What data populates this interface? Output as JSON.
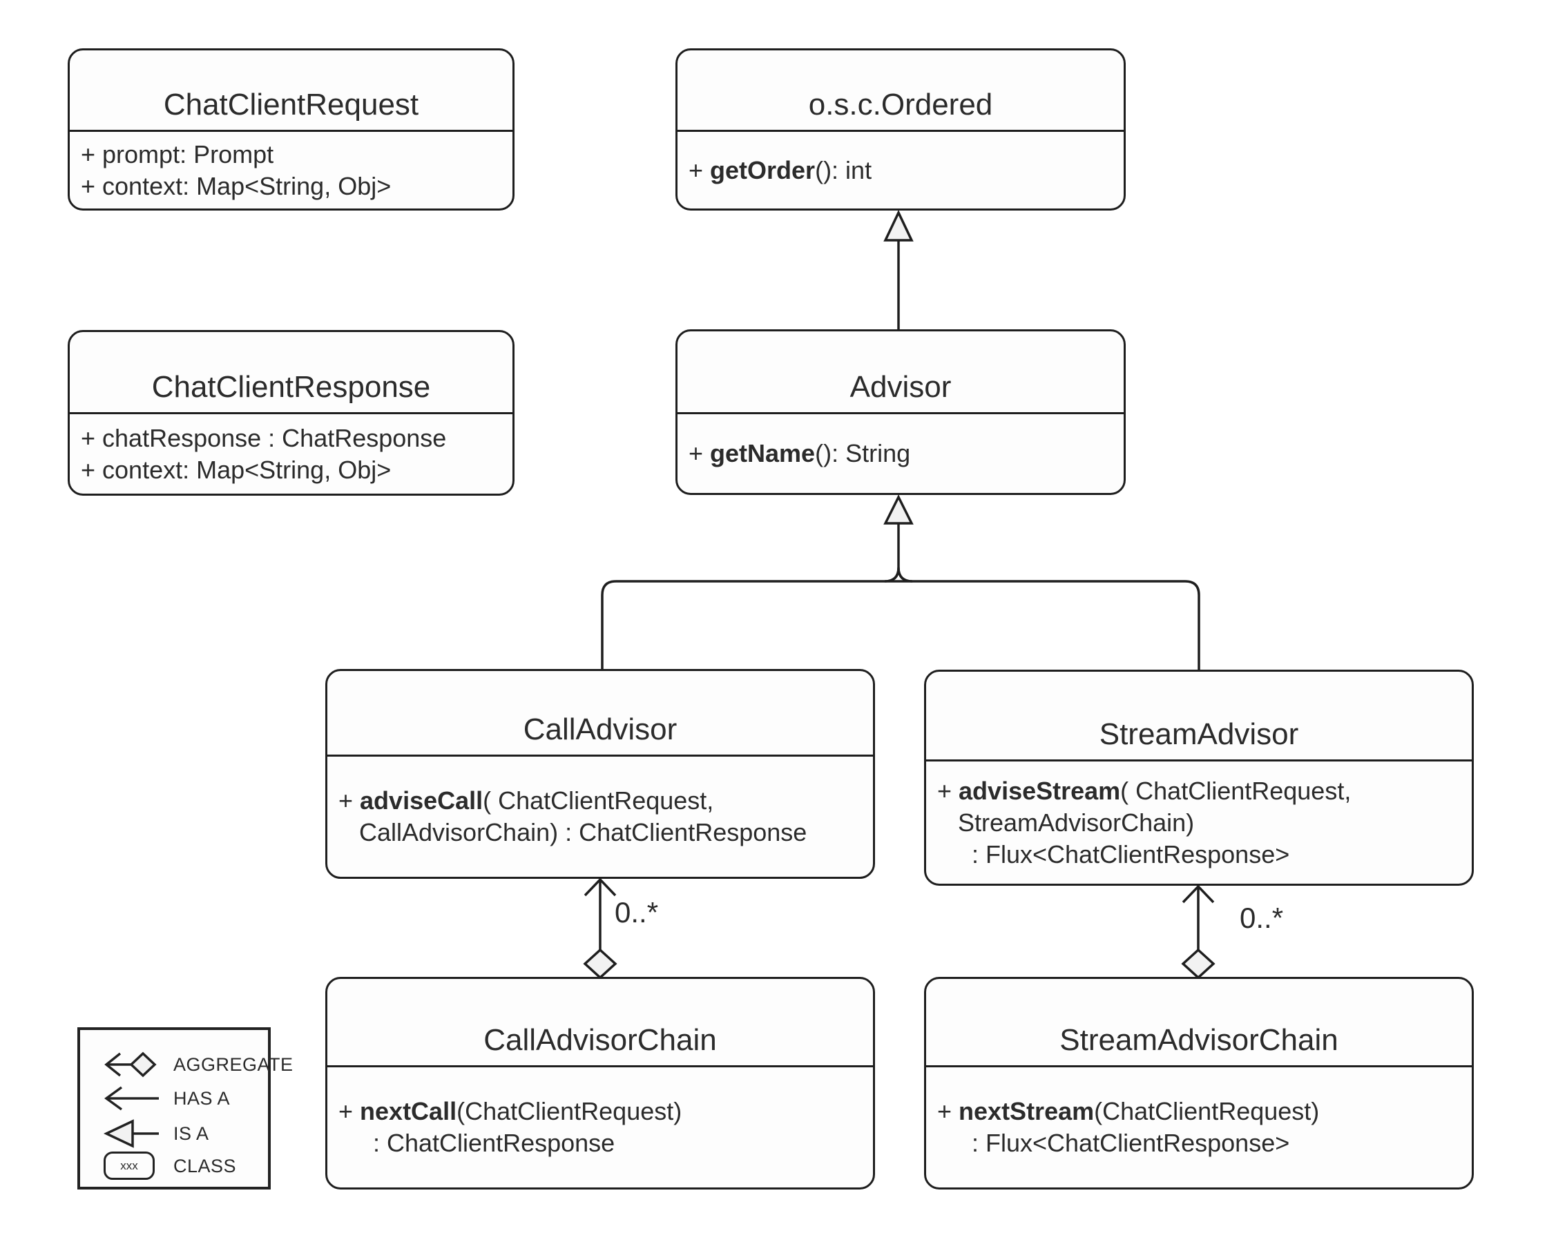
{
  "classes": {
    "chatClientRequest": {
      "title": "ChatClientRequest",
      "lines": [
        {
          "pre": "+ prompt: Prompt"
        },
        {
          "pre": "+ context: Map<String, Obj>"
        }
      ]
    },
    "ordered": {
      "title": "o.s.c.Ordered",
      "lines": [
        {
          "pre": "+ ",
          "bold": "getOrder",
          "post": "(): int"
        }
      ]
    },
    "chatClientResponse": {
      "title": "ChatClientResponse",
      "lines": [
        {
          "pre": "+ chatResponse : ChatResponse"
        },
        {
          "pre": "+ context: Map<String, Obj>"
        }
      ]
    },
    "advisor": {
      "title": "Advisor",
      "lines": [
        {
          "pre": "+ ",
          "bold": "getName",
          "post": "(): String"
        }
      ]
    },
    "callAdvisor": {
      "title": "CallAdvisor",
      "lines": [
        {
          "pre": "+ ",
          "bold": "adviseCall",
          "post": "( ChatClientRequest,"
        },
        {
          "pre": "CallAdvisorChain) : ChatClientResponse"
        }
      ]
    },
    "streamAdvisor": {
      "title": "StreamAdvisor",
      "lines": [
        {
          "pre": "+ ",
          "bold": "adviseStream",
          "post": "( ChatClientRequest,"
        },
        {
          "pre": "StreamAdvisorChain)"
        },
        {
          "pre": ": Flux<ChatClientResponse>"
        }
      ]
    },
    "callAdvisorChain": {
      "title": "CallAdvisorChain",
      "lines": [
        {
          "pre": "+ ",
          "bold": "nextCall",
          "post": "(ChatClientRequest)"
        },
        {
          "pre": ": ChatClientResponse"
        }
      ]
    },
    "streamAdvisorChain": {
      "title": "StreamAdvisorChain",
      "lines": [
        {
          "pre": "+ ",
          "bold": "nextStream",
          "post": "(ChatClientRequest)"
        },
        {
          "pre": ": Flux<ChatClientResponse>"
        }
      ]
    }
  },
  "relations": {
    "callAggregationMultiplicity": "0..*",
    "streamAggregationMultiplicity": "0..*"
  },
  "legend": {
    "aggregate_label": "AGGREGATE",
    "has_a_label": "HAS A",
    "is_a_label": "IS A",
    "class_label": "CLASS",
    "class_sample_text": "xxx"
  },
  "colors": {
    "line": "#1e1e1e",
    "arrow_fill": "#f2f2f2",
    "background": "#ffffff"
  }
}
